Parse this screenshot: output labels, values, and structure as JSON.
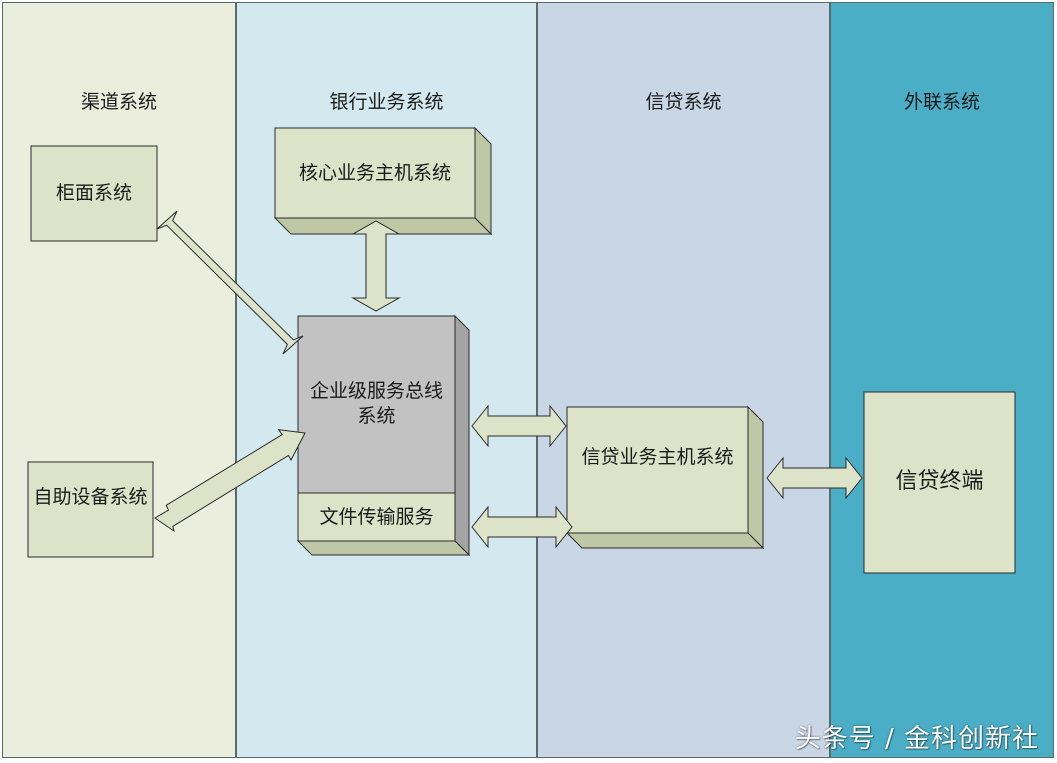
{
  "lanes": [
    {
      "title": "渠道系统",
      "color": "#ebeedd"
    },
    {
      "title": "银行业务系统",
      "color": "#d3e9ef"
    },
    {
      "title": "信贷系统",
      "color": "#c8d6e6"
    },
    {
      "title": "外联系统",
      "color": "#4aaec7"
    }
  ],
  "boxes": {
    "counter": "柜面系统",
    "self_service": "自助设备系统",
    "core": "核心业务主机系统",
    "esb": "企业级服务总线系统",
    "file_transfer": "文件传输服务",
    "credit_host": "信贷业务主机系统",
    "credit_terminal": "信贷终端"
  },
  "colors": {
    "box_fill": "#dde3c9",
    "box_side": "#c0c7a6",
    "esb_fill": "#c2c2c2",
    "esb_side": "#a4a4a4",
    "arrow_fill": "#dde3c9",
    "stroke": "#2a2a2a"
  },
  "watermark": "头条号 / 金科创新社"
}
